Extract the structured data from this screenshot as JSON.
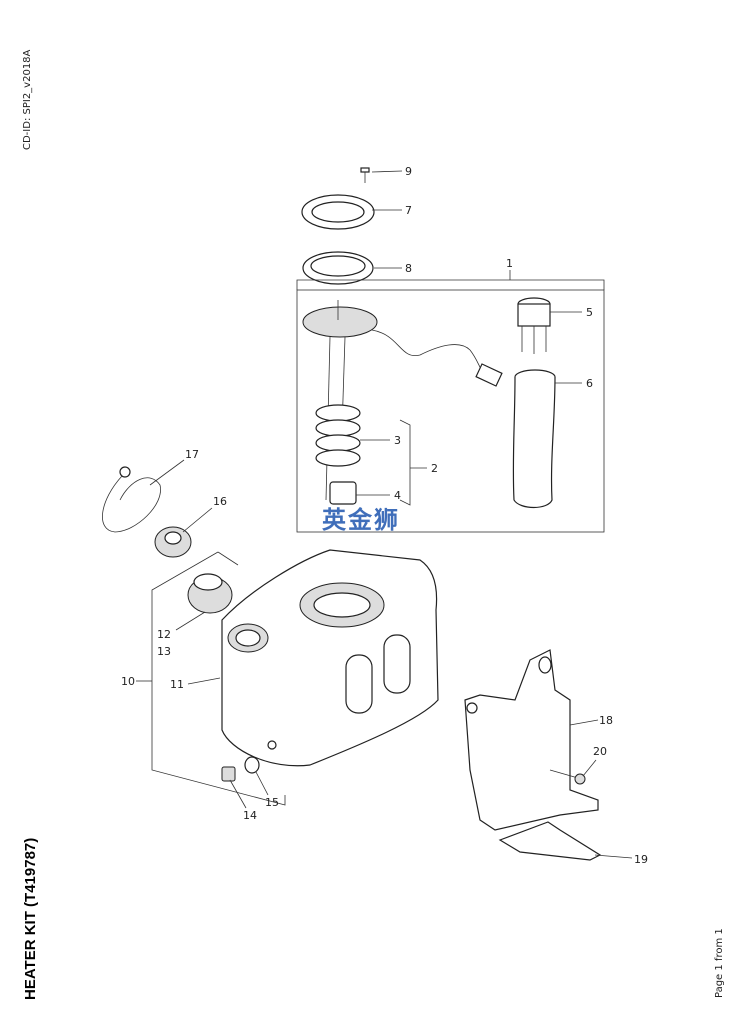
{
  "header": {
    "cd_id": "CD-ID: SPI2_v2018A"
  },
  "title": "HEATER KIT (T419787)",
  "footer": {
    "page_info": "Page 1 from 1"
  },
  "watermark": "英金狮",
  "callouts": {
    "c1": "1",
    "c2": "2",
    "c3": "3",
    "c4": "4",
    "c5": "5",
    "c6": "6",
    "c7": "7",
    "c8": "8",
    "c9": "9",
    "c10": "10",
    "c11": "11",
    "c12": "12",
    "c13": "13",
    "c14": "14",
    "c15": "15",
    "c16": "16",
    "c17": "17",
    "c18": "18",
    "c19": "19",
    "c20": "20"
  }
}
